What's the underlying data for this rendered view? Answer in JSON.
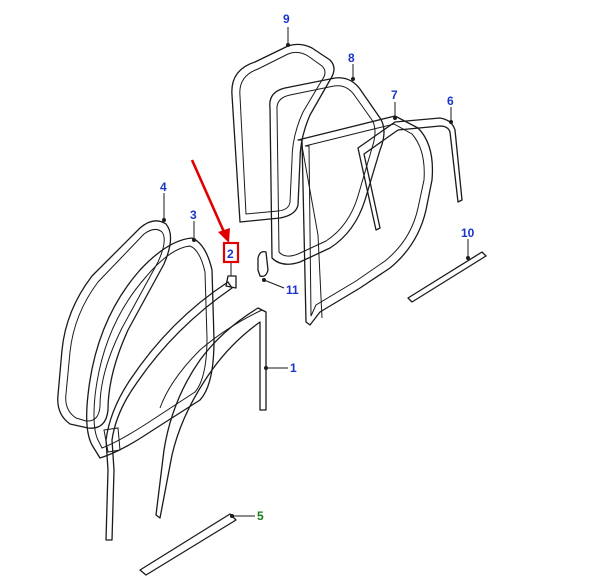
{
  "diagram": {
    "callouts": [
      {
        "id": "1",
        "text": "1",
        "color": "#1a33cc"
      },
      {
        "id": "2",
        "text": "2",
        "color": "#1a33cc",
        "highlighted": true
      },
      {
        "id": "3",
        "text": "3",
        "color": "#1a33cc"
      },
      {
        "id": "4",
        "text": "4",
        "color": "#1a33cc"
      },
      {
        "id": "5",
        "text": "5",
        "color": "#1a7a1a"
      },
      {
        "id": "6",
        "text": "6",
        "color": "#1a33cc"
      },
      {
        "id": "7",
        "text": "7",
        "color": "#1a33cc"
      },
      {
        "id": "8",
        "text": "8",
        "color": "#1a33cc"
      },
      {
        "id": "9",
        "text": "9",
        "color": "#1a33cc"
      },
      {
        "id": "10",
        "text": "10",
        "color": "#1a33cc"
      },
      {
        "id": "11",
        "text": "11",
        "color": "#1a33cc"
      }
    ],
    "highlight_color": "#e00000",
    "line_color": "#1a1a1a"
  }
}
